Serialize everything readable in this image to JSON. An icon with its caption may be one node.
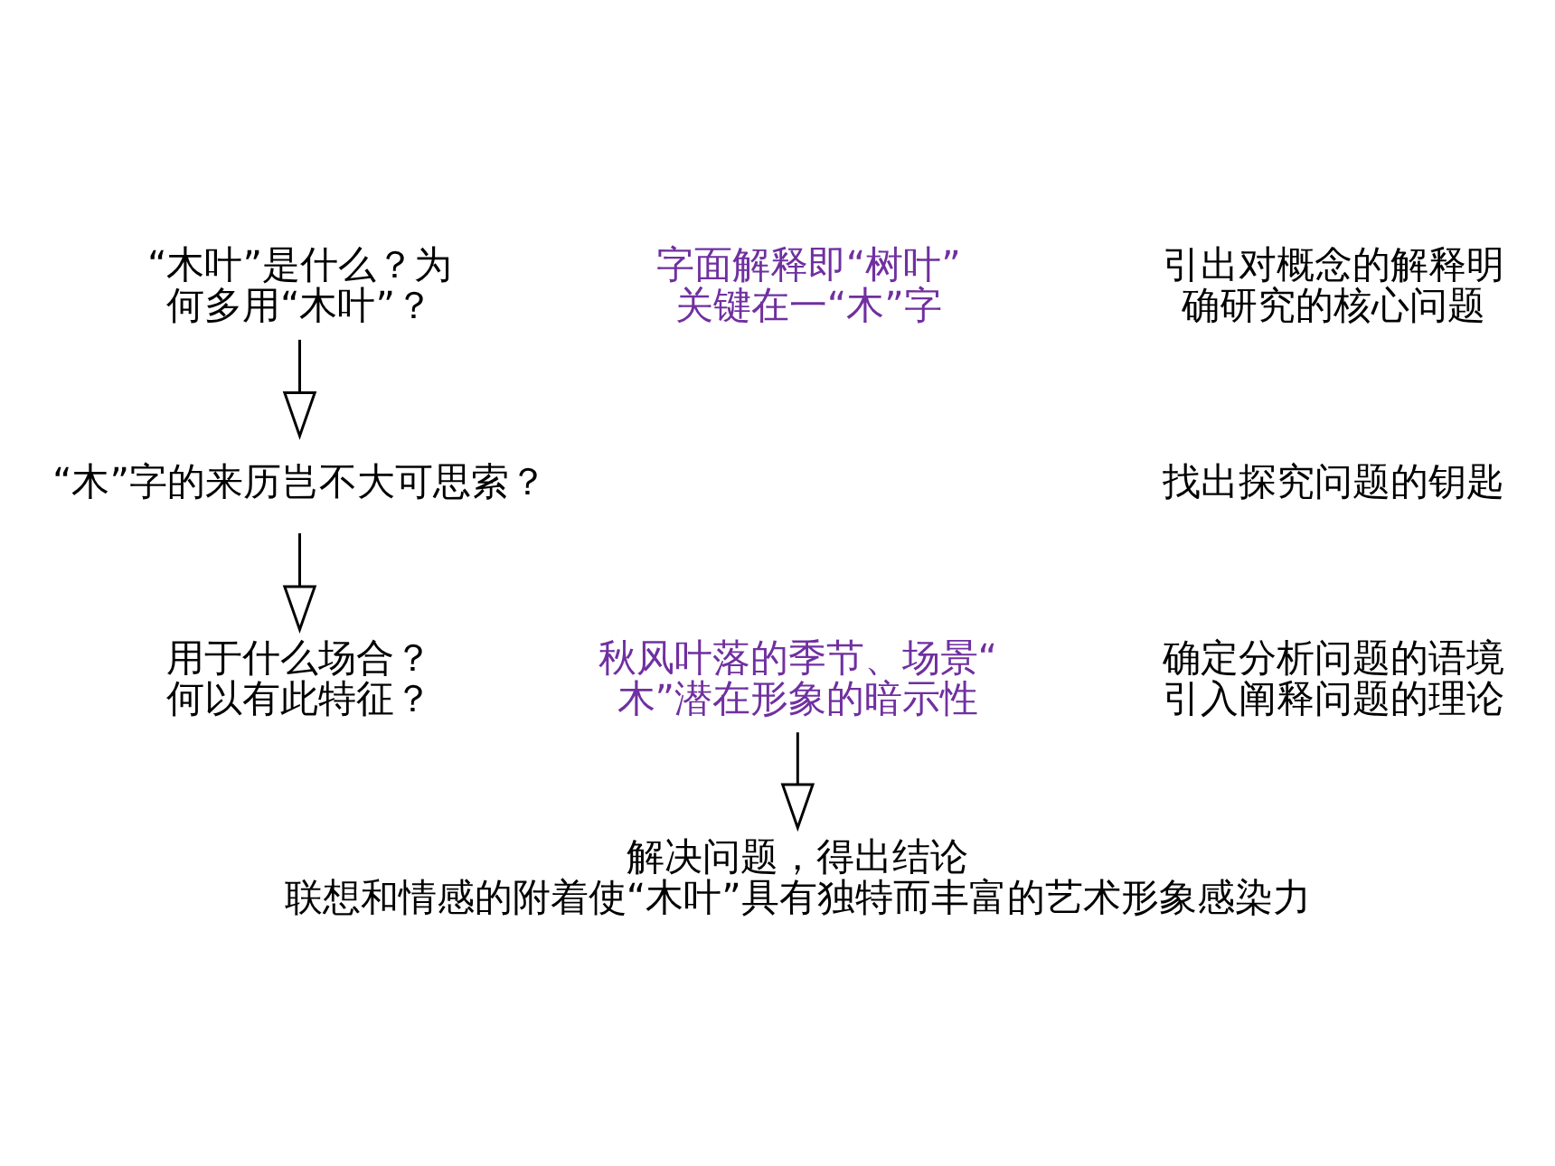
{
  "diagram": {
    "nodes": [
      {
        "text": [
          "“木叶”是什么？为何多用“木叶”？"
        ]
      },
      {
        "text": [
          "“木”字的来历岂不大可思索？"
        ]
      },
      {
        "text": [
          "用于什么场合？何以有此特征？"
        ]
      },
      {
        "text": [
          "秋风叶落的季节、场景“木”潜在形象的暗示性"
        ]
      },
      {
        "text": [
          "解决问题，得出结论",
          "联想和情感的附着使“木叶”具有独特而丰富的艺术形象感染力"
        ]
      }
    ],
    "edges": [
      {
        "from": 0,
        "to": 1,
        "arrow": "to"
      },
      {
        "from": 1,
        "to": 2,
        "arrow": "to"
      },
      {
        "from": 3,
        "to": 4,
        "arrow": "to"
      }
    ],
    "labels": [
      "字面解释即“树叶”关键在一“木”字",
      "引出对概念的解释明确研究的核心问题",
      "找出探究问题的钥匙",
      "确定分析问题的语境引入阐释问题的理论"
    ]
  }
}
